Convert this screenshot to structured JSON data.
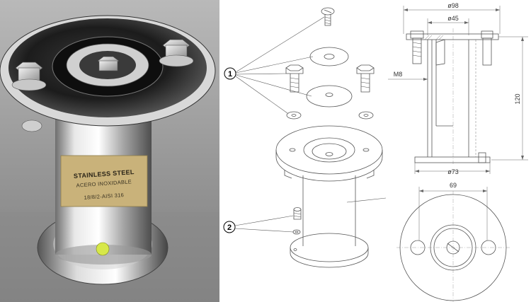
{
  "photo": {
    "label_line1": "STAINLESS STEEL",
    "label_line2": "ACERO INOXIDABLE",
    "label_line3": "18/8/2-AISI 316"
  },
  "exploded_view": {
    "callout_1": "1",
    "callout_2": "2"
  },
  "section_view": {
    "dim_outer_diameter": "ø98",
    "dim_inner_diameter": "ø45",
    "dim_thread": "M8",
    "dim_height": "120",
    "dim_base_diameter": "ø73"
  },
  "plan_view": {
    "dim_bolt_spacing": "69"
  },
  "colors": {
    "line": "#555555",
    "photo_background": "#8f8f8f",
    "label_gold": "#c9b27a"
  }
}
